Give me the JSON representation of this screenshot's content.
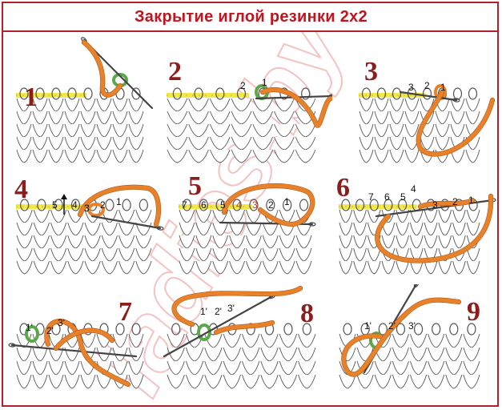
{
  "title": "Закрытие иглой резинки 2х2",
  "watermark": "ladies.by",
  "colors": {
    "title": "#c0141e",
    "frame": "#b3202a",
    "thread": "#e8822a",
    "thread_dark": "#b4581a",
    "stitch_marker": "#5aa84a",
    "yellow_marker": "#f2e84a",
    "knit_outline": "#555555",
    "watermark": "#f4c8c8"
  },
  "steps": [
    {
      "number": "1",
      "labels": []
    },
    {
      "number": "2",
      "labels": [
        "2",
        "1"
      ]
    },
    {
      "number": "3",
      "labels": [
        "3",
        "2",
        "1"
      ]
    },
    {
      "number": "4",
      "labels": [
        "5",
        "4",
        "3",
        "2",
        "1"
      ]
    },
    {
      "number": "5",
      "labels": [
        "7",
        "6",
        "5",
        "4",
        "3",
        "2",
        "1"
      ]
    },
    {
      "number": "6",
      "labels": [
        "7",
        "6",
        "5",
        "4",
        "3",
        "2",
        "1"
      ]
    },
    {
      "number": "7",
      "labels": [
        "1'",
        "2'",
        "3'"
      ]
    },
    {
      "number": "8",
      "labels": [
        "1'",
        "2'",
        "3'"
      ]
    },
    {
      "number": "9",
      "labels": [
        "1'",
        "2'",
        "3'"
      ]
    }
  ]
}
